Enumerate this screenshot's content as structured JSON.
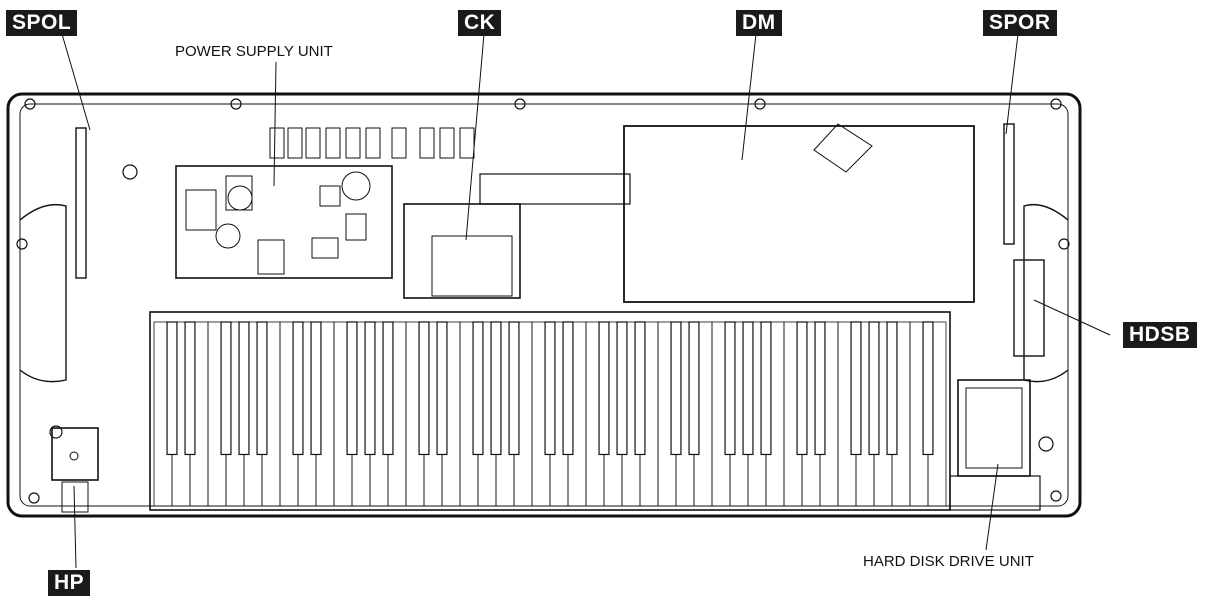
{
  "tags": {
    "spol": "SPOL",
    "ck": "CK",
    "dm": "DM",
    "spor": "SPOR",
    "hdsb": "HDSB",
    "hp": "HP"
  },
  "labels": {
    "power_supply": "POWER SUPPLY UNIT",
    "hdd": "HARD DISK DRIVE UNIT"
  },
  "keyboard": {
    "white_keys": 44,
    "black_key_pattern": [
      1,
      1,
      0,
      1,
      1,
      1,
      0
    ]
  }
}
